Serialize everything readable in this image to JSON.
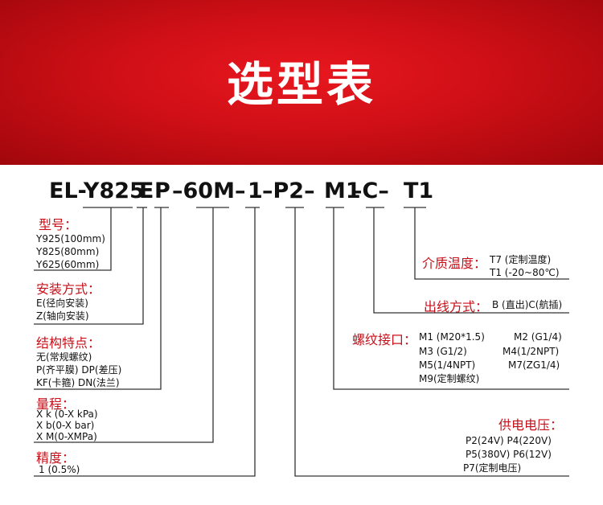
{
  "title": "选型表",
  "model_code": [
    "EL-Y825",
    "E",
    "P",
    "–60M–",
    "1",
    "–P2–",
    "M1",
    "–C–",
    "T1"
  ],
  "model": {
    "label": "型号：",
    "options": [
      "Y925(100mm)",
      "Y825(80mm)",
      "Y625(60mm)"
    ]
  },
  "install": {
    "label": "安装方式：",
    "options": [
      "E(径向安装)",
      "Z(轴向安装)"
    ]
  },
  "structure": {
    "label": "结构特点：",
    "options": [
      "无(常规螺纹)",
      "P(齐平膜)  DP(差压)",
      "KF(卡箍)    DN(法兰)"
    ]
  },
  "range": {
    "label": "量程：",
    "options": [
      "X  k (0-X kPa)",
      "X  b(0-X bar)",
      "X  M(0-XMPa)"
    ]
  },
  "accuracy": {
    "label": "精度：",
    "options": [
      "1 (0.5%)"
    ]
  },
  "medium_temp": {
    "label": "介质温度：",
    "options": [
      "T7  (定制温度)",
      "T1  (-20~80℃)"
    ]
  },
  "outlet": {
    "label": "出线方式：",
    "options": [
      "B (直出)C(航插)"
    ]
  },
  "thread": {
    "label": "螺纹接口：",
    "left": [
      "M1  (M20*1.5)",
      "M3  (G1/2)",
      "M5(1/4NPT)",
      "M9(定制螺纹)"
    ],
    "right": [
      "M2 (G1/4)",
      "M4(1/2NPT)",
      "M7(ZG1/4)"
    ]
  },
  "power": {
    "label": "供电电压：",
    "options": [
      "P2(24V)  P4(220V)",
      "P5(380V) P6(12V)",
      "P7(定制电压)"
    ]
  },
  "colors": {
    "banner_red": "#d0111a",
    "label_red": "#c8101a",
    "text": "#111111"
  }
}
